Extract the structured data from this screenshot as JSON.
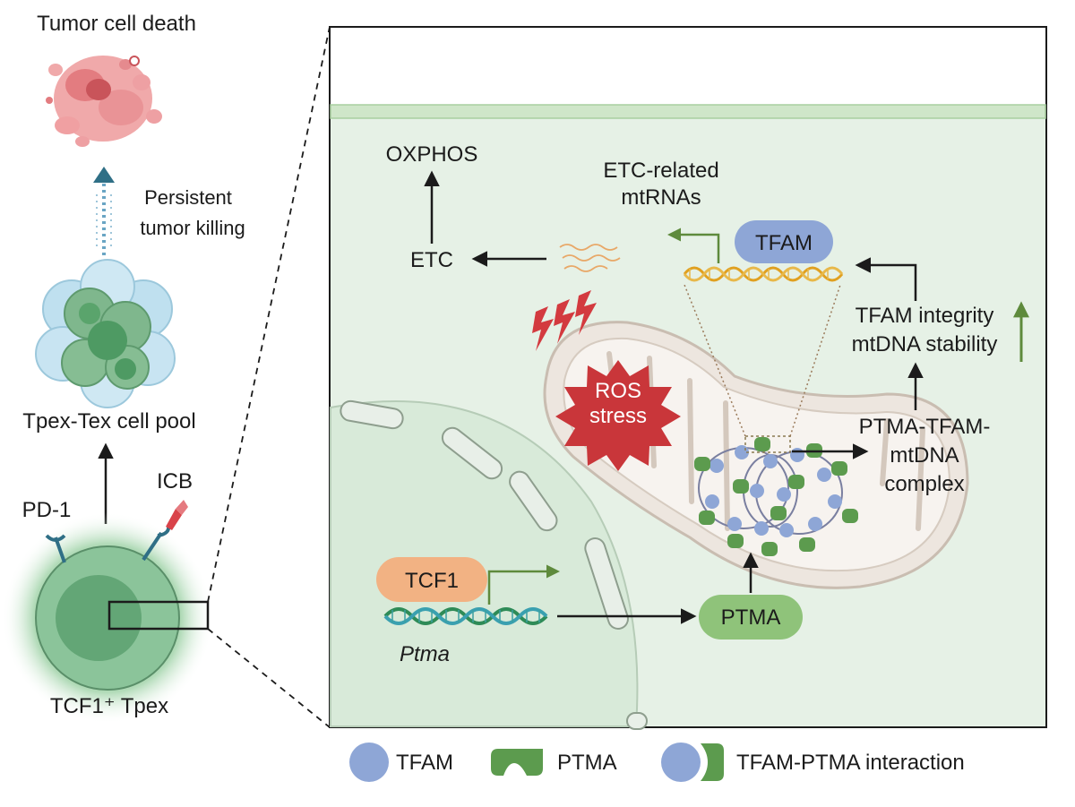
{
  "left_panel": {
    "tumor_death_label": "Tumor cell death",
    "persistent_line1": "Persistent",
    "persistent_line2": "tumor killing",
    "cell_pool_label": "Tpex-Tex cell pool",
    "pd1_label": "PD-1",
    "icb_label": "ICB",
    "tpex_label": "TCF1⁺ Tpex"
  },
  "detail_panel": {
    "oxphos": "OXPHOS",
    "etc": "ETC",
    "etc_mrna_line1": "ETC-related",
    "etc_mrna_line2": "mtRNAs",
    "tfam": "TFAM",
    "tfam_integrity": "TFAM integrity",
    "mtdna_stability": "mtDNA stability",
    "ros_line1": "ROS",
    "ros_line2": "stress",
    "complex_line1": "PTMA-TFAM-",
    "complex_line2": "mtDNA",
    "complex_line3": "complex",
    "tcf1": "TCF1",
    "ptma": "PTMA",
    "gene": "Ptma"
  },
  "legend": {
    "tfam": "TFAM",
    "ptma": "PTMA",
    "interaction": "TFAM-PTMA interaction"
  },
  "colors": {
    "tfam_blue": "#8ea6d6",
    "ptma_green": "#5c9b4e",
    "tcf1_orange": "#f2b283",
    "ros_red": "#c9363a",
    "tumor_pink": "#e8868a",
    "arrow_green": "#5e8a3c",
    "arrow_blue": "#2f6f86"
  }
}
